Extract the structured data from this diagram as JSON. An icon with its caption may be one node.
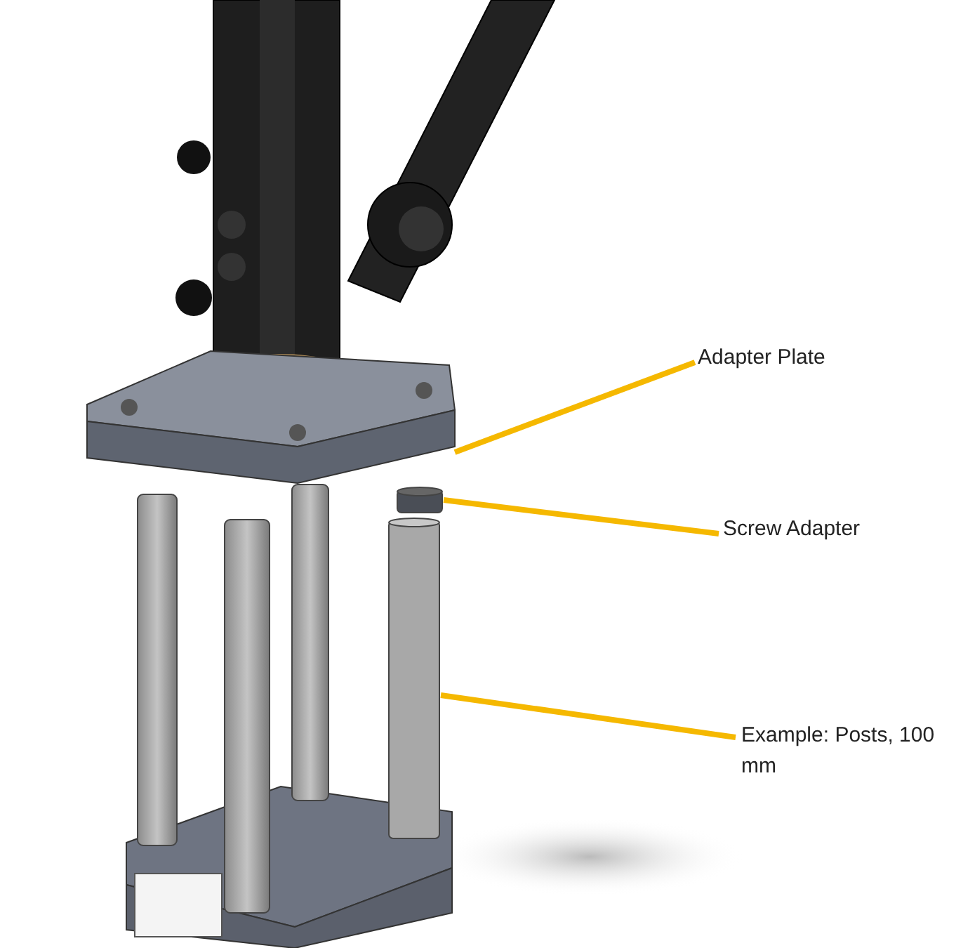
{
  "diagram": {
    "nodes": [
      {
        "text": [
          "Adapter Plate"
        ]
      },
      {
        "text": [],
        "shape": "box"
      },
      {
        "text": [
          "Screw Adapter"
        ]
      },
      {
        "text": [],
        "shape": "cylinder"
      },
      {
        "text": [
          "Example: Posts, 100 mm"
        ]
      },
      {
        "text": [],
        "shape": "cylinder"
      }
    ],
    "edges": [
      {
        "from": 0,
        "to": 1,
        "arrow": "none"
      },
      {
        "from": 2,
        "to": 3,
        "arrow": "none"
      },
      {
        "from": 4,
        "to": 5,
        "arrow": "none"
      }
    ]
  }
}
